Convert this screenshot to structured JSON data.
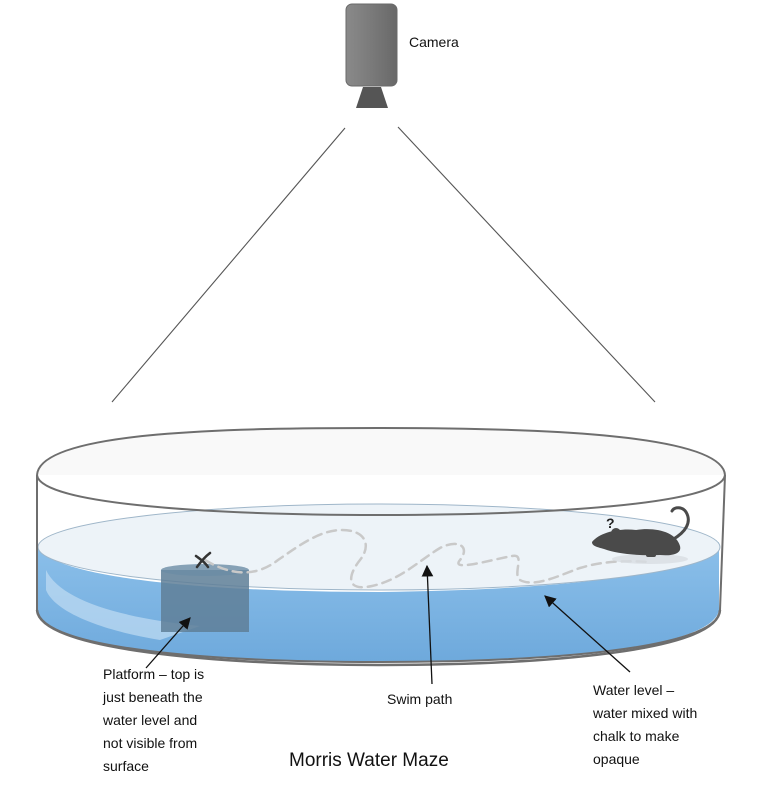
{
  "labels": {
    "camera": "Camera",
    "platform": [
      "Platform – top is",
      "just beneath the",
      "water level and",
      "not visible from",
      "surface"
    ],
    "swim_path": "Swim path",
    "water_level": [
      "Water level –",
      "water mixed with",
      "chalk to make",
      "opaque"
    ],
    "question_mark": "?",
    "title": "Morris Water Maze"
  },
  "colors": {
    "camera_body": "#7b7b7b",
    "water": "#82b8e6",
    "water_surface": "#edf3f8",
    "rim": "#6e6e6e",
    "platform": "#5f7f98",
    "swim_path": "#c9c9c9",
    "rat": "#4a4a4a"
  },
  "icons": {
    "camera": "camera-icon",
    "rat": "rat-icon",
    "start_marker": "x-mark-icon"
  }
}
